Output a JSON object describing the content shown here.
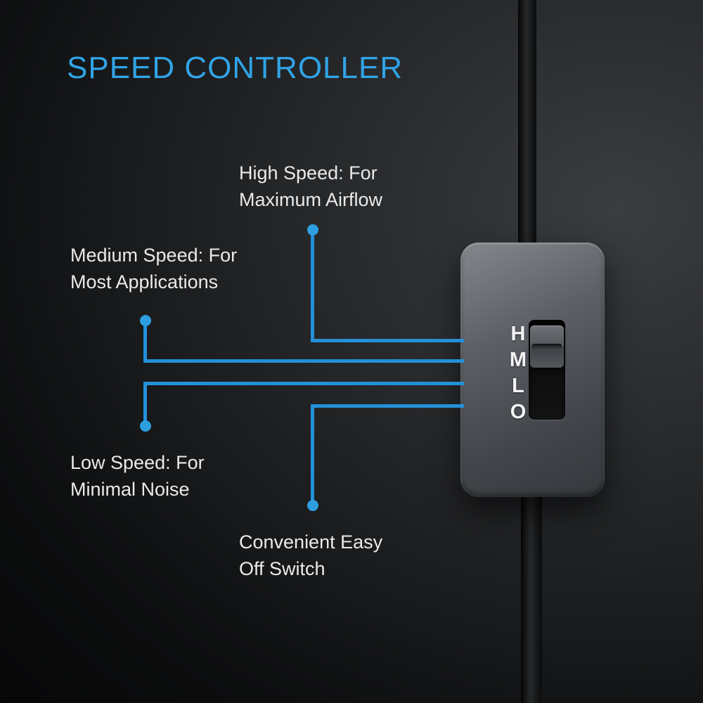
{
  "title": "SPEED CONTROLLER",
  "colors": {
    "accent_title": "#31A3E6",
    "accent_lines": "#2490D9",
    "accent_dots": "#2D9FE0",
    "label_text": "#EAEAEA",
    "device_letter_text": "#F4F4F4"
  },
  "callouts": {
    "high": "High Speed: For\nMaximum Airflow",
    "medium": "Medium Speed: For\nMost Applications",
    "low": "Low Speed: For\nMinimal Noise",
    "off": "Convenient Easy\nOff Switch"
  },
  "device": {
    "positions": [
      "H",
      "M",
      "L",
      "O"
    ]
  }
}
